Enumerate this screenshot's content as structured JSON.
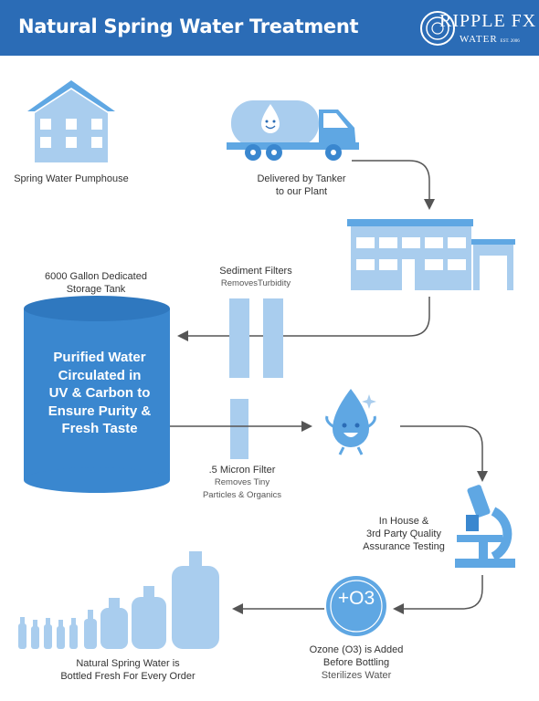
{
  "header": {
    "title": "Natural Spring Water Treatment",
    "logo_main": "RIPPLE FX",
    "logo_sub": "WATER",
    "logo_est": "EST. 2006"
  },
  "steps": {
    "pumphouse": "Spring Water Pumphouse",
    "tanker_line1": "Delivered by Tanker",
    "tanker_line2": "to our Plant",
    "storage_line1": "6000 Gallon Dedicated",
    "storage_line2": "Storage Tank",
    "sediment_title": "Sediment Filters",
    "sediment_sub": "RemovesTurbidity",
    "tank_line1": "Purified Water",
    "tank_line2": "Circulated in",
    "tank_line3": "UV & Carbon to",
    "tank_line4": "Ensure Purity &",
    "tank_line5": "Fresh Taste",
    "micron_title": ".5 Micron Filter",
    "micron_sub1": "Removes Tiny",
    "micron_sub2": "Particles & Organics",
    "testing_line1": "In House &",
    "testing_line2": "3rd Party  Quality",
    "testing_line3": "Assurance Testing",
    "ozone_symbol": "+O3",
    "ozone_line1": "Ozone (O3) is Added",
    "ozone_line2": "Before Bottling",
    "ozone_sub": "Sterilizes Water",
    "bottled_line1": "Natural Spring Water is",
    "bottled_line2": "Bottled Fresh For Every Order"
  },
  "colors": {
    "header": "#2b6cb6",
    "light_blue": "#a9cdee",
    "mid_blue": "#5fa7e3",
    "dark_blue": "#3a87cf",
    "arrow": "#555555"
  }
}
